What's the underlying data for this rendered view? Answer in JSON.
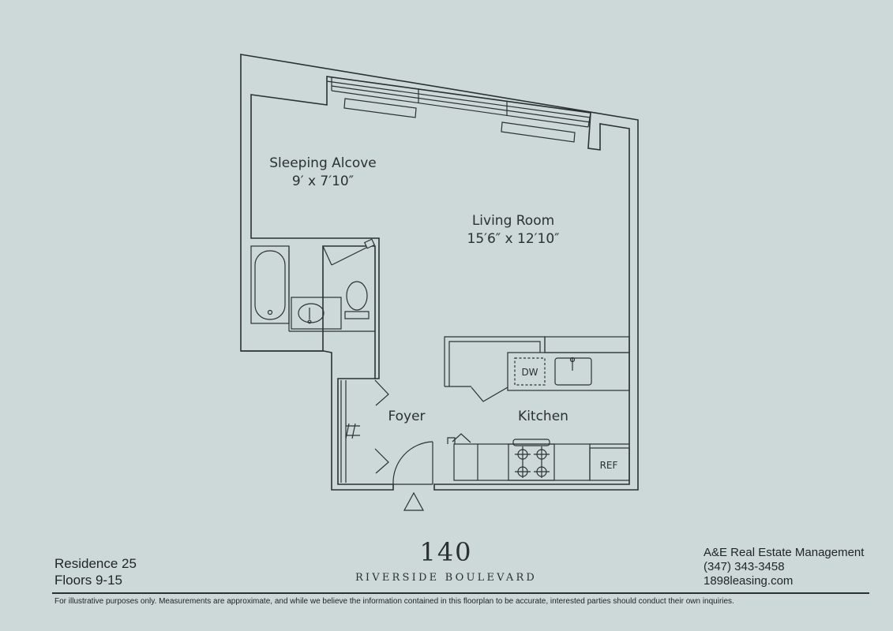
{
  "rooms": {
    "sleeping_alcove": {
      "name": "Sleeping Alcove",
      "dims": "9′ x 7′10″"
    },
    "living_room": {
      "name": "Living Room",
      "dims": "15′6″ x 12′10″"
    },
    "foyer": {
      "name": "Foyer"
    },
    "kitchen": {
      "name": "Kitchen"
    }
  },
  "appliances": {
    "dishwasher": "DW",
    "refrigerator": "REF"
  },
  "residence": {
    "line1": "Residence 25",
    "line2": "Floors 9-15"
  },
  "building": {
    "number": "140",
    "street": "RIVERSIDE BOULEVARD"
  },
  "contact": {
    "company": "A&E Real Estate Management",
    "phone": "(347) 343-3458",
    "website": "1898leasing.com"
  },
  "disclaimer": "For illustrative purposes only.  Measurements are approximate, and while we believe the information contained in this floorplan to be accurate, interested parties should conduct their own inquiries."
}
